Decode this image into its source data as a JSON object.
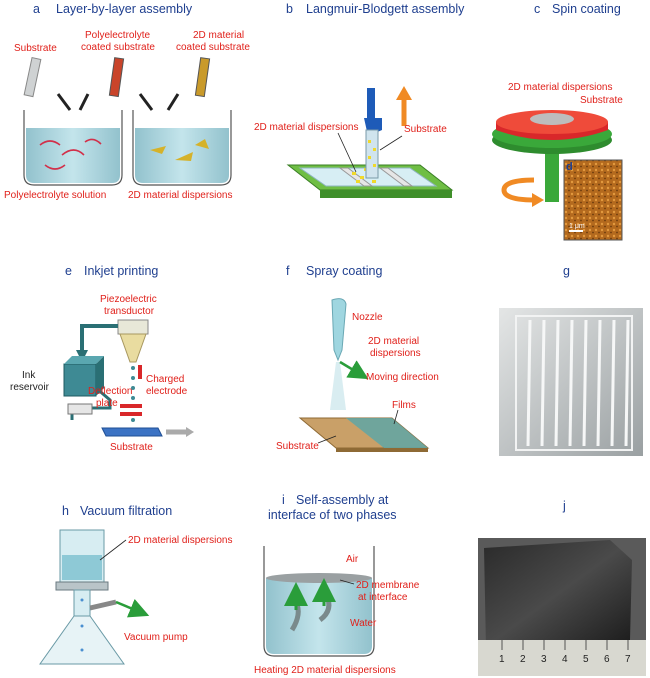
{
  "panels": {
    "a": {
      "letter": "a",
      "title": "Layer-by-layer assembly",
      "labels": {
        "substrate": "Substrate",
        "poly_coated_1": "Polyelectrolyte",
        "poly_coated_2": "coated substrate",
        "mat_coated_1": "2D material",
        "mat_coated_2": "coated substrate",
        "poly_solution": "Polyelectrolyte solution",
        "mat_dispersions": "2D material dispersions"
      }
    },
    "b": {
      "letter": "b",
      "title": "Langmuir-Blodgett assembly",
      "labels": {
        "dispersions": "2D material dispersions",
        "substrate": "Substrate"
      }
    },
    "c": {
      "letter": "c",
      "title": "Spin coating",
      "labels": {
        "dispersions": "2D material dispersions",
        "substrate": "Substrate"
      }
    },
    "d": {
      "letter": "d",
      "scale": "1 μm"
    },
    "e": {
      "letter": "e",
      "title": "Inkjet printing",
      "labels": {
        "piezo_1": "Piezoelectric",
        "piezo_2": "transductor",
        "ink_1": "Ink",
        "ink_2": "reservoir",
        "charged_1": "Charged",
        "charged_2": "electrode",
        "deflect_1": "Deflection",
        "deflect_2": "plate",
        "substrate": "Substrate"
      }
    },
    "f": {
      "letter": "f",
      "title": "Spray coating",
      "labels": {
        "nozzle": "Nozzle",
        "disp_1": "2D material",
        "disp_2": "dispersions",
        "moving": "Moving direction",
        "films": "Films",
        "substrate": "Substrate"
      }
    },
    "g": {
      "letter": "g"
    },
    "h": {
      "letter": "h",
      "title": "Vacuum filtration",
      "labels": {
        "dispersions": "2D material dispersions",
        "pump": "Vacuum pump"
      }
    },
    "i": {
      "letter": "i",
      "title_1": "Self-assembly at",
      "title_2": "interface of two phases",
      "labels": {
        "air": "Air",
        "membrane_1": "2D membrane",
        "membrane_2": "at interface",
        "water": "Water",
        "heating": "Heating 2D material dispersions"
      }
    },
    "j": {
      "letter": "j",
      "ruler": [
        "1",
        "2",
        "3",
        "4",
        "5",
        "6",
        "7"
      ]
    }
  },
  "colors": {
    "title": "#1f3f8f",
    "label": "#e0201a",
    "water": "#8ec9d6",
    "green": "#3aa83a",
    "orange": "#f08a24"
  }
}
